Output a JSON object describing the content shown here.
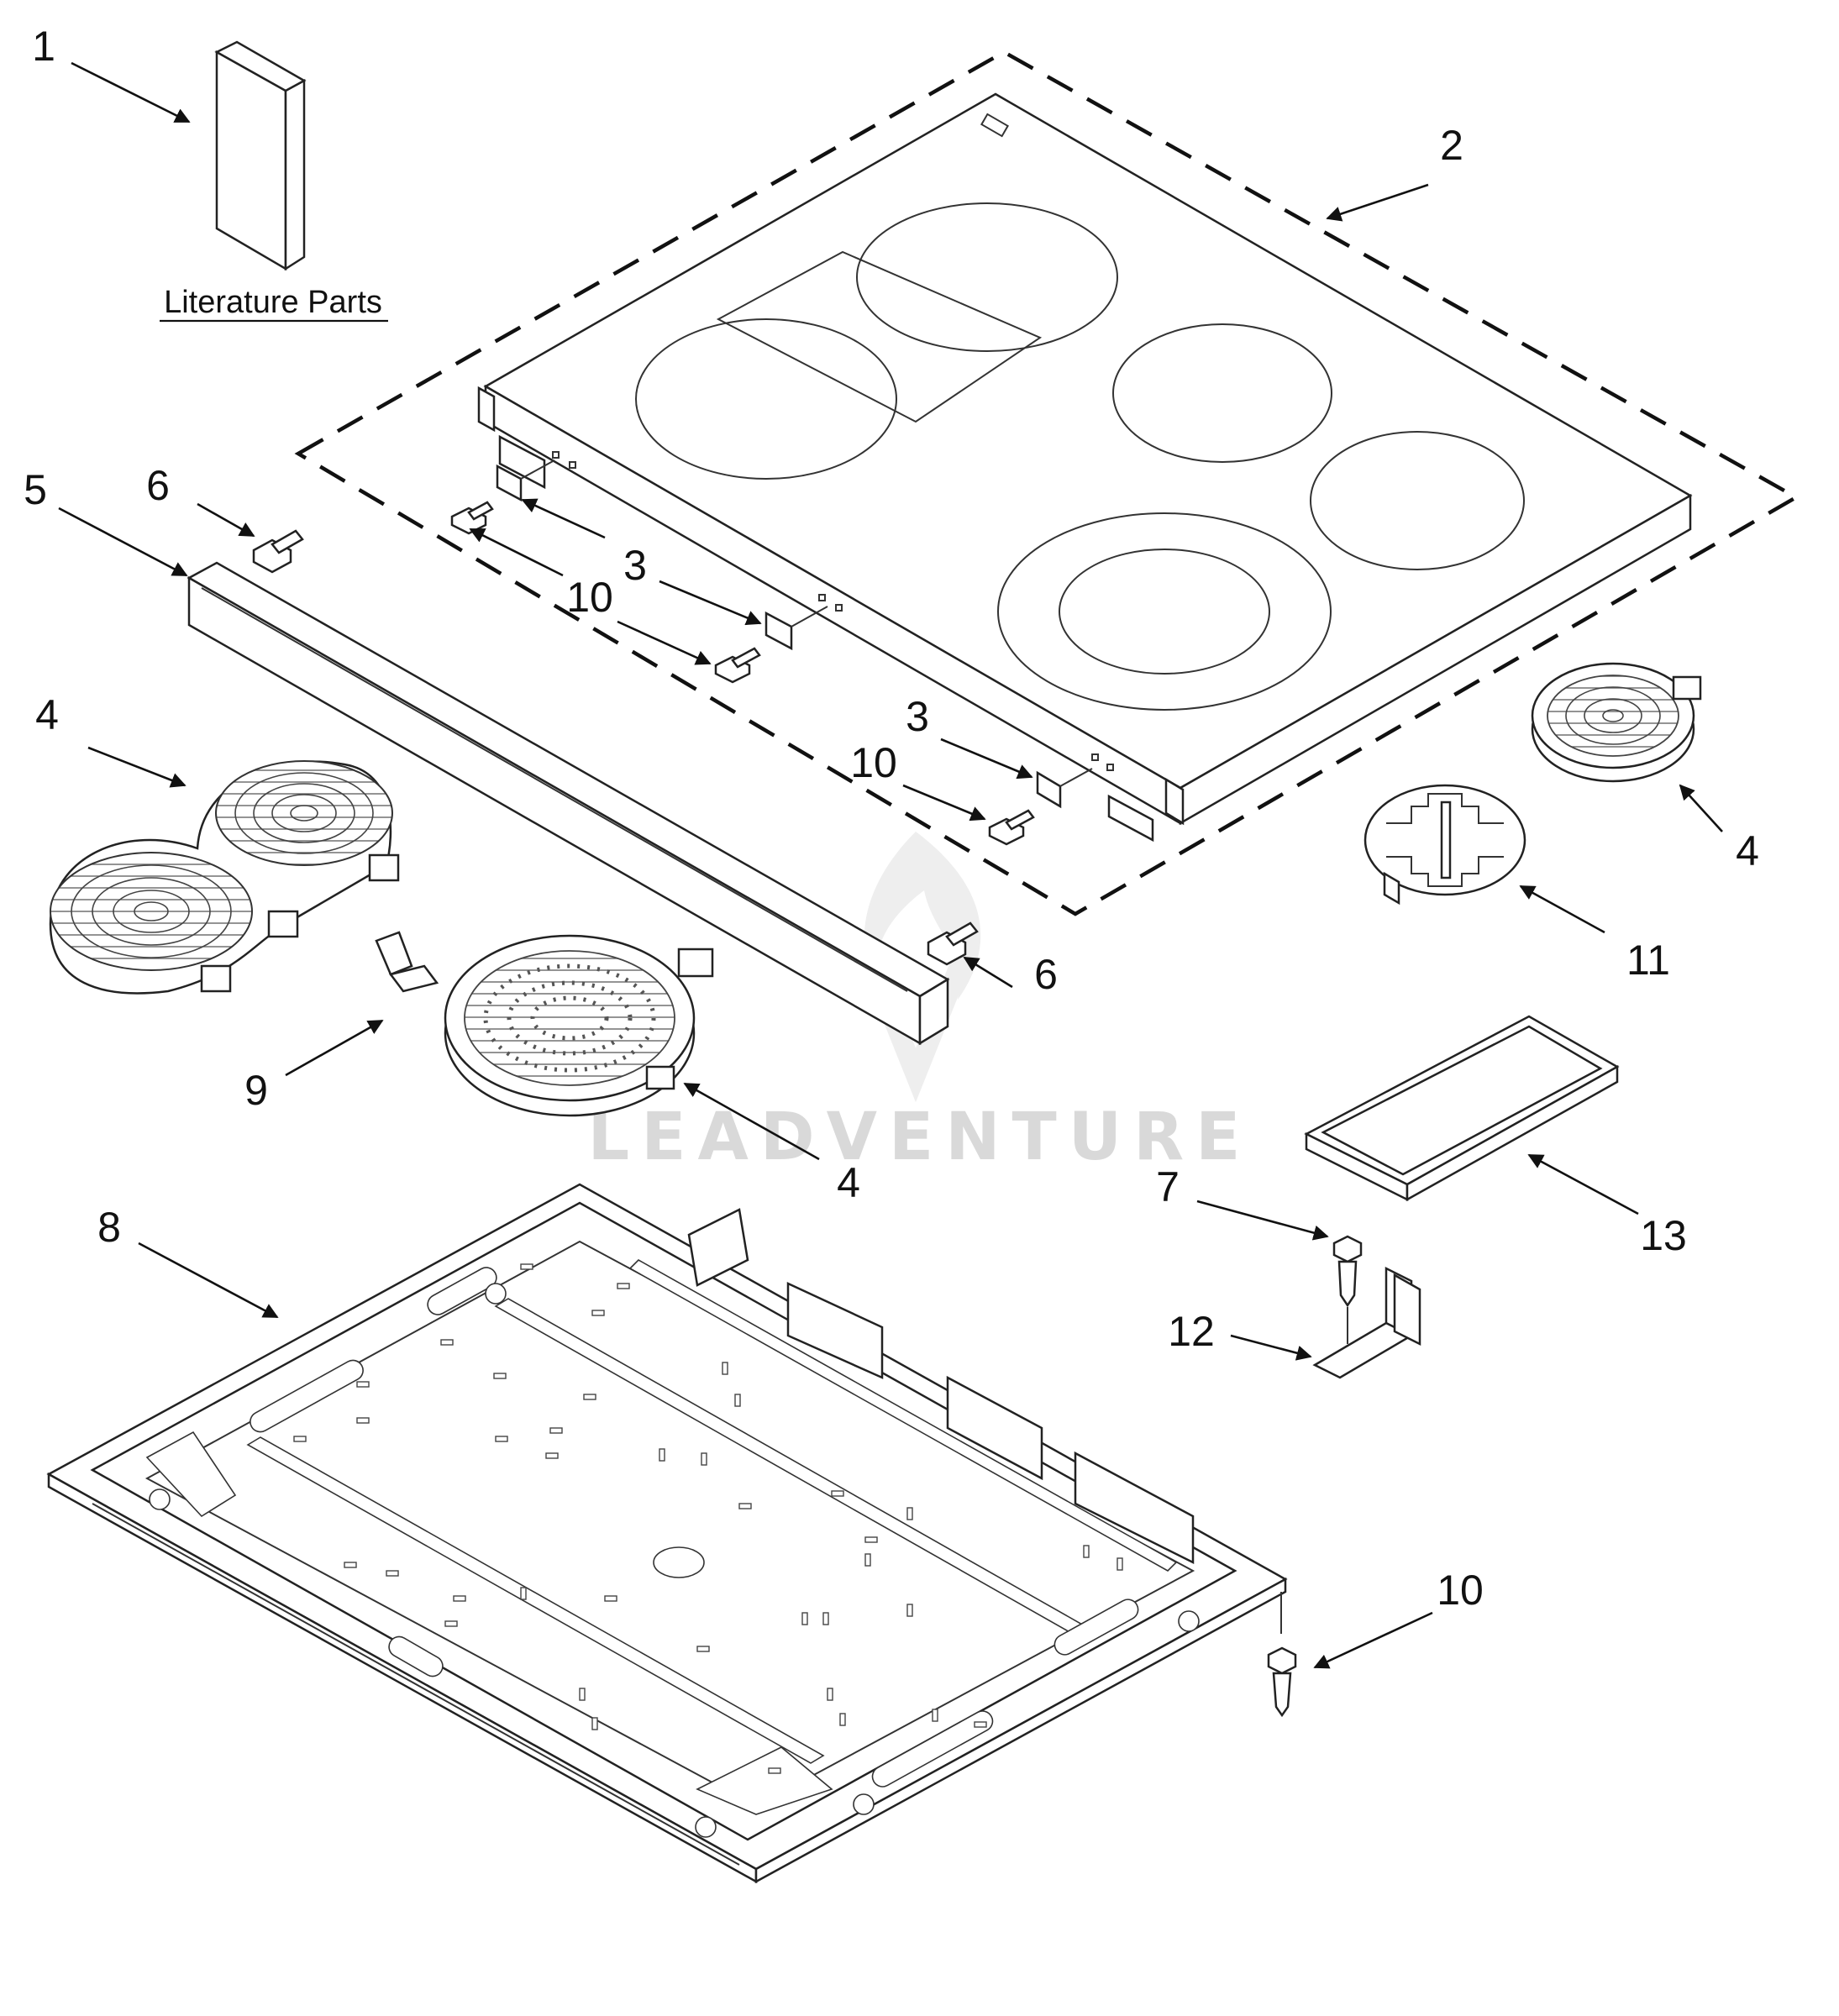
{
  "diagram": {
    "literature_label": "Literature Parts",
    "watermark": "LEADVENTURE",
    "colors": {
      "line": "#222222",
      "watermark": "#d9d9d9",
      "background": "#ffffff"
    },
    "callouts": [
      {
        "id": "c1",
        "text": "1"
      },
      {
        "id": "c2",
        "text": "2"
      },
      {
        "id": "c3a",
        "text": "3"
      },
      {
        "id": "c3b",
        "text": "3"
      },
      {
        "id": "c4a",
        "text": "4"
      },
      {
        "id": "c4b",
        "text": "4"
      },
      {
        "id": "c4c",
        "text": "4"
      },
      {
        "id": "c5",
        "text": "5"
      },
      {
        "id": "c6a",
        "text": "6"
      },
      {
        "id": "c6b",
        "text": "6"
      },
      {
        "id": "c7",
        "text": "7"
      },
      {
        "id": "c8",
        "text": "8"
      },
      {
        "id": "c9",
        "text": "9"
      },
      {
        "id": "c10a",
        "text": "10"
      },
      {
        "id": "c10b",
        "text": "10"
      },
      {
        "id": "c10c",
        "text": "10"
      },
      {
        "id": "c11",
        "text": "11"
      },
      {
        "id": "c12",
        "text": "12"
      },
      {
        "id": "c13",
        "text": "13"
      }
    ]
  }
}
